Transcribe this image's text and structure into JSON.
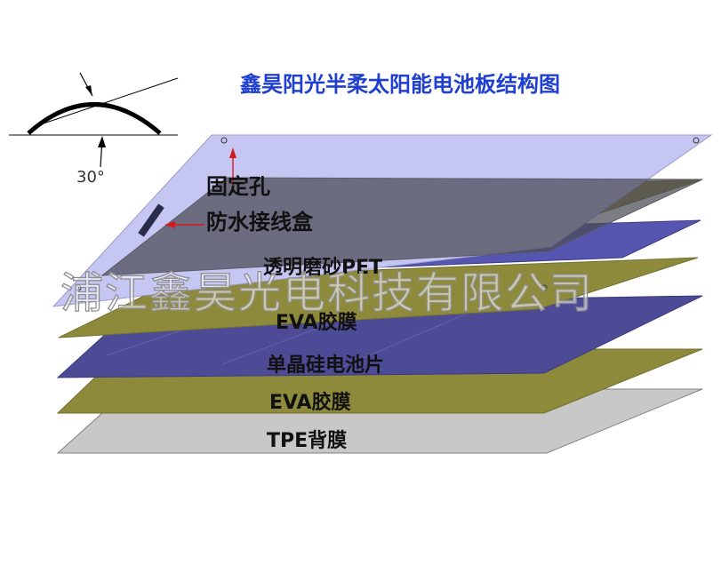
{
  "title": "鑫昊阳光半柔太阳能电池板结构图",
  "angle_label": "30°",
  "callouts": {
    "mounting_hole": "固定孔",
    "junction_box": "防水接线盒"
  },
  "layers": [
    {
      "label": "透明磨砂PET",
      "color": "#4a4a55"
    },
    {
      "label": "EVA胶膜",
      "color": "#8e8a3c"
    },
    {
      "label": "单晶硅电池片",
      "color": "#4d4b96"
    },
    {
      "label": "EVA胶膜",
      "color": "#8e8a3c"
    },
    {
      "label": "TPE背膜",
      "color": "#c8c8c8"
    }
  ],
  "watermark": "浦江鑫昊光电科技有限公司",
  "colors": {
    "title": "#1f3fd0",
    "top_sheet": "#c5c6f2",
    "arrow": "#d61a1a"
  }
}
